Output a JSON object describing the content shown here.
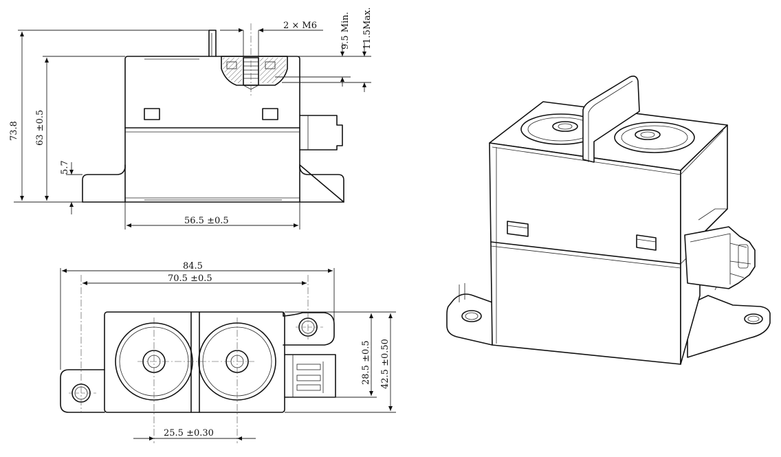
{
  "dimensions": {
    "thread": "2 × M6",
    "min_depth": "9.5 Min.",
    "max_depth": "11.5Max.",
    "total_height": "73.8",
    "body_height": "63 ±0.5",
    "flange_height": "5.7",
    "body_width": "56.5 ±0.5",
    "overall_length": "84.5",
    "mount_pitch": "70.5 ±0.5",
    "terminal_pitch": "25.5 ±0.30",
    "depth_inner": "28.5 ±0.5",
    "depth_outer": "42.5 ±0.50"
  }
}
